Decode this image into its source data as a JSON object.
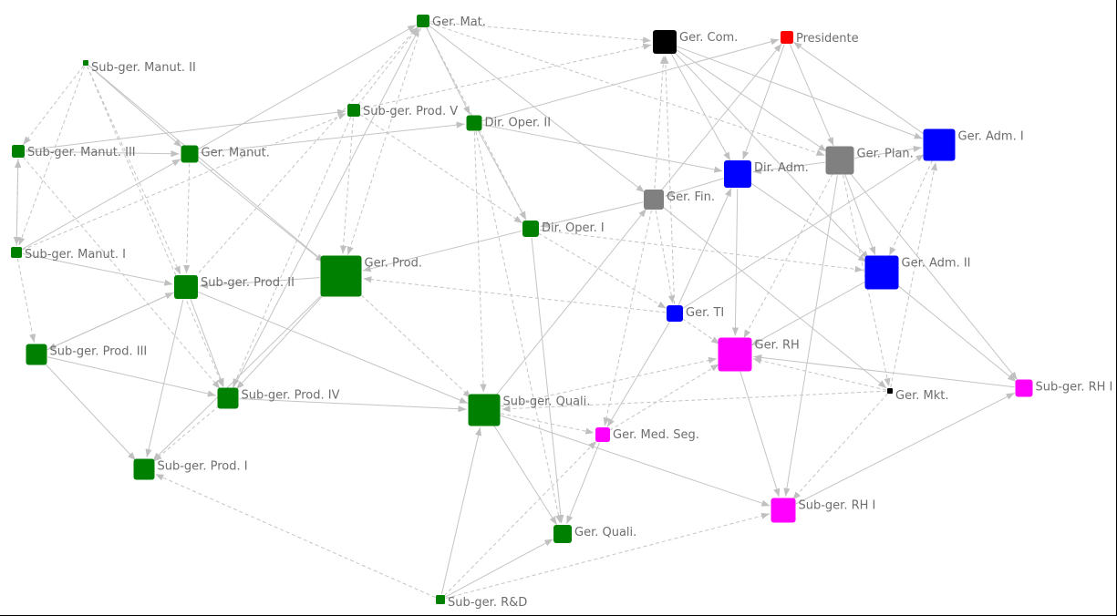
{
  "graph": {
    "nodes": [
      {
        "id": "mat",
        "label": "Ger. Mat.",
        "color": "#008000"
      },
      {
        "id": "com",
        "label": "Ger. Com.",
        "color": "#000000"
      },
      {
        "id": "pres",
        "label": "Presidente",
        "color": "#ff0000"
      },
      {
        "id": "sm2",
        "label": "Sub-ger. Manut. II",
        "color": "#008000"
      },
      {
        "id": "sp5",
        "label": "Sub-ger. Prod. V",
        "color": "#008000"
      },
      {
        "id": "do2",
        "label": "Dir. Oper. II",
        "color": "#008000"
      },
      {
        "id": "sm3",
        "label": "Sub-ger. Manut. III",
        "color": "#008000"
      },
      {
        "id": "man",
        "label": "Ger. Manut.",
        "color": "#008000"
      },
      {
        "id": "plan",
        "label": "Ger. Plan.",
        "color": "#808080"
      },
      {
        "id": "adm1",
        "label": "Ger. Adm. I",
        "color": "#0000ff"
      },
      {
        "id": "dadm",
        "label": "Dir. Adm.",
        "color": "#0000ff"
      },
      {
        "id": "fin",
        "label": "Ger. Fin.",
        "color": "#808080"
      },
      {
        "id": "do1",
        "label": "Dir. Oper. I",
        "color": "#008000"
      },
      {
        "id": "sm1",
        "label": "Sub-ger. Manut. I",
        "color": "#008000"
      },
      {
        "id": "prod",
        "label": "Ger. Prod.",
        "color": "#008000"
      },
      {
        "id": "sp2",
        "label": "Sub-ger. Prod. II",
        "color": "#008000"
      },
      {
        "id": "adm2",
        "label": "Ger. Adm. II",
        "color": "#0000ff"
      },
      {
        "id": "ti",
        "label": "Ger. TI",
        "color": "#0000ff"
      },
      {
        "id": "sp3",
        "label": "Sub-ger. Prod. III",
        "color": "#008000"
      },
      {
        "id": "rh",
        "label": "Ger. RH",
        "color": "#ff00ff"
      },
      {
        "id": "sp4",
        "label": "Sub-ger. Prod. IV",
        "color": "#008000"
      },
      {
        "id": "mkt",
        "label": "Ger. Mkt.",
        "color": "#000000"
      },
      {
        "id": "srh2",
        "label": "Sub-ger. RH I",
        "color": "#ff00ff"
      },
      {
        "id": "sq",
        "label": "Sub-ger. Quali.",
        "color": "#008000"
      },
      {
        "id": "med",
        "label": "Ger. Med. Seg.",
        "color": "#ff00ff"
      },
      {
        "id": "sp1",
        "label": "Sub-ger. Prod. I",
        "color": "#008000"
      },
      {
        "id": "srh1",
        "label": "Sub-ger. RH I",
        "color": "#ff00ff"
      },
      {
        "id": "qual",
        "label": "Ger. Quali.",
        "color": "#008000"
      },
      {
        "id": "rd",
        "label": "Sub-ger. R&D",
        "color": "#008000"
      }
    ],
    "edges": [
      [
        "mat",
        "com",
        "d"
      ],
      [
        "sp5",
        "mat",
        "d"
      ],
      [
        "mat",
        "do2",
        "s"
      ],
      [
        "mat",
        "prod",
        "d"
      ],
      [
        "mat",
        "plan",
        "d"
      ],
      [
        "mat",
        "fin",
        "s"
      ],
      [
        "sp2",
        "mat",
        "d"
      ],
      [
        "sp4",
        "mat",
        "s"
      ],
      [
        "mat",
        "do1",
        "d"
      ],
      [
        "man",
        "mat",
        "s"
      ],
      [
        "sm2",
        "sm3",
        "d"
      ],
      [
        "sm2",
        "sm1",
        "d"
      ],
      [
        "sm2",
        "man",
        "s"
      ],
      [
        "sm2",
        "prod",
        "s"
      ],
      [
        "sm2",
        "sp2",
        "d"
      ],
      [
        "sm2",
        "sp4",
        "d"
      ],
      [
        "sm3",
        "man",
        "s"
      ],
      [
        "sm3",
        "sm1",
        "s"
      ],
      [
        "sm3",
        "sp5",
        "s"
      ],
      [
        "sm3",
        "sp4",
        "d"
      ],
      [
        "sm1",
        "man",
        "s"
      ],
      [
        "sm1",
        "sp2",
        "s"
      ],
      [
        "sm1",
        "sp3",
        "d"
      ],
      [
        "sm1",
        "sp5",
        "d"
      ],
      [
        "sm1",
        "sm3",
        "d"
      ],
      [
        "man",
        "prod",
        "s"
      ],
      [
        "man",
        "do2",
        "s"
      ],
      [
        "man",
        "sp2",
        "d"
      ],
      [
        "sp5",
        "com",
        "d"
      ],
      [
        "sp5",
        "prod",
        "d"
      ],
      [
        "sp5",
        "do1",
        "d"
      ],
      [
        "sp5",
        "sp4",
        "d"
      ],
      [
        "do2",
        "pres",
        "s"
      ],
      [
        "do2",
        "dadm",
        "s"
      ],
      [
        "do2",
        "do1",
        "s"
      ],
      [
        "do2",
        "sq",
        "d"
      ],
      [
        "do2",
        "qual",
        "d"
      ],
      [
        "com",
        "dadm",
        "s"
      ],
      [
        "com",
        "plan",
        "s"
      ],
      [
        "com",
        "adm1",
        "s"
      ],
      [
        "fin",
        "com",
        "d"
      ],
      [
        "ti",
        "com",
        "d"
      ],
      [
        "com",
        "adm2",
        "s"
      ],
      [
        "pres",
        "dadm",
        "s"
      ],
      [
        "pres",
        "plan",
        "s"
      ],
      [
        "adm1",
        "pres",
        "s"
      ],
      [
        "fin",
        "pres",
        "s"
      ],
      [
        "plan",
        "dadm",
        "s"
      ],
      [
        "plan",
        "adm1",
        "s"
      ],
      [
        "plan",
        "adm2",
        "s"
      ],
      [
        "plan",
        "rh",
        "d"
      ],
      [
        "plan",
        "srh2",
        "s"
      ],
      [
        "plan",
        "srh1",
        "s"
      ],
      [
        "plan",
        "mkt",
        "d"
      ],
      [
        "adm1",
        "adm2",
        "d"
      ],
      [
        "mkt",
        "adm1",
        "d"
      ],
      [
        "ti",
        "adm1",
        "s"
      ],
      [
        "dadm",
        "fin",
        "s"
      ],
      [
        "dadm",
        "rh",
        "s"
      ],
      [
        "ti",
        "dadm",
        "s"
      ],
      [
        "dadm",
        "adm2",
        "s"
      ],
      [
        "fin",
        "do1",
        "s"
      ],
      [
        "fin",
        "ti",
        "d"
      ],
      [
        "fin",
        "med",
        "d"
      ],
      [
        "sq",
        "fin",
        "s"
      ],
      [
        "fin",
        "mkt",
        "s"
      ],
      [
        "do1",
        "prod",
        "s"
      ],
      [
        "do1",
        "adm2",
        "d"
      ],
      [
        "do1",
        "qual",
        "s"
      ],
      [
        "do1",
        "ti",
        "d"
      ],
      [
        "prod",
        "sp2",
        "s"
      ],
      [
        "prod",
        "sp4",
        "s"
      ],
      [
        "prod",
        "sp1",
        "s"
      ],
      [
        "prod",
        "sq",
        "d"
      ],
      [
        "ti",
        "prod",
        "d"
      ],
      [
        "sp2",
        "sp3",
        "s"
      ],
      [
        "sp2",
        "sp4",
        "s"
      ],
      [
        "sp2",
        "sp1",
        "s"
      ],
      [
        "sp2",
        "sq",
        "s"
      ],
      [
        "sp3",
        "sp4",
        "s"
      ],
      [
        "sp3",
        "sp1",
        "s"
      ],
      [
        "sp3",
        "sp2",
        "s"
      ],
      [
        "sp4",
        "sp1",
        "d"
      ],
      [
        "sp4",
        "sq",
        "s"
      ],
      [
        "adm2",
        "rh",
        "s"
      ],
      [
        "adm2",
        "srh2",
        "s"
      ],
      [
        "ti",
        "med",
        "s"
      ],
      [
        "ti",
        "rh",
        "d"
      ],
      [
        "rh",
        "srh1",
        "s"
      ],
      [
        "srh2",
        "rh",
        "s"
      ],
      [
        "med",
        "rh",
        "d"
      ],
      [
        "sq",
        "rh",
        "d"
      ],
      [
        "mkt",
        "sq",
        "d"
      ],
      [
        "mkt",
        "rh",
        "d"
      ],
      [
        "mkt",
        "srh1",
        "d"
      ],
      [
        "sq",
        "qual",
        "s"
      ],
      [
        "sq",
        "srh1",
        "s"
      ],
      [
        "sq",
        "med",
        "d"
      ],
      [
        "srh1",
        "srh2",
        "s"
      ],
      [
        "rd",
        "sq",
        "s"
      ],
      [
        "rd",
        "qual",
        "s"
      ],
      [
        "rd",
        "srh1",
        "d"
      ],
      [
        "rd",
        "sp1",
        "d"
      ],
      [
        "rd",
        "med",
        "d"
      ],
      [
        "med",
        "qual",
        "s"
      ]
    ]
  }
}
